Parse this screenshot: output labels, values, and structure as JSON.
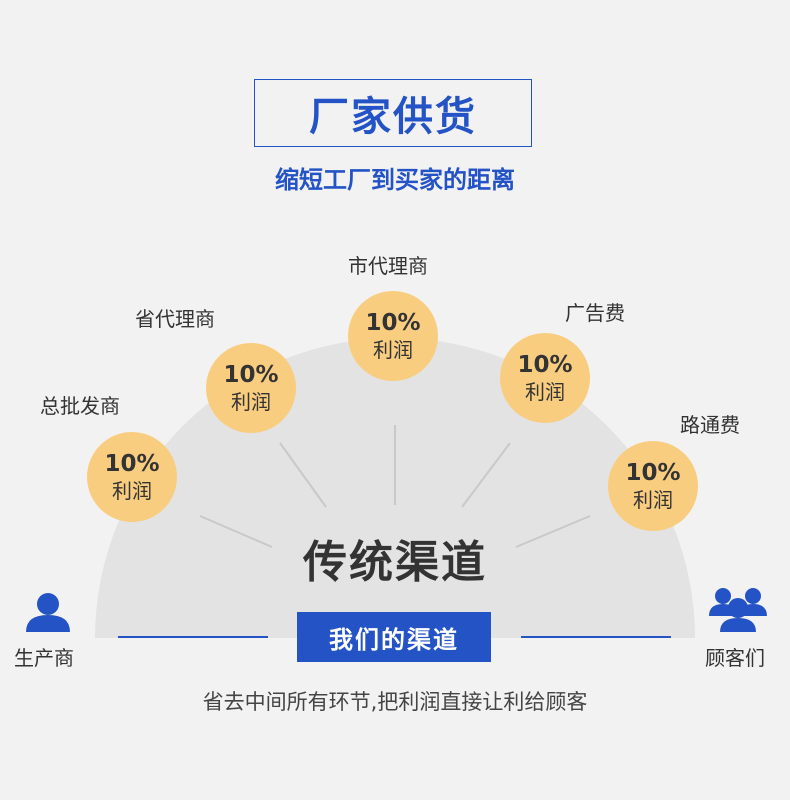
{
  "header": {
    "title": "厂家供货",
    "subtitle": "缩短工厂到买家的距离"
  },
  "nodes": [
    {
      "label": "总批发商",
      "percent": "10%",
      "text": "利润"
    },
    {
      "label": "省代理商",
      "percent": "10%",
      "text": "利润"
    },
    {
      "label": "市代理商",
      "percent": "10%",
      "text": "利润"
    },
    {
      "label": "广告费",
      "percent": "10%",
      "text": "利润"
    },
    {
      "label": "路通费",
      "percent": "10%",
      "text": "利润"
    }
  ],
  "center": {
    "traditional": "传统渠道",
    "ours": "我们的渠道"
  },
  "producer": {
    "label": "生产商",
    "icon": "person-icon"
  },
  "customers": {
    "label": "顾客们",
    "icon": "group-icon"
  },
  "footer": "省去中间所有环节,把利润直接让利给顾客",
  "colors": {
    "accent": "#2453c6",
    "node": "#f9cd80",
    "arc": "#e3e3e3"
  }
}
